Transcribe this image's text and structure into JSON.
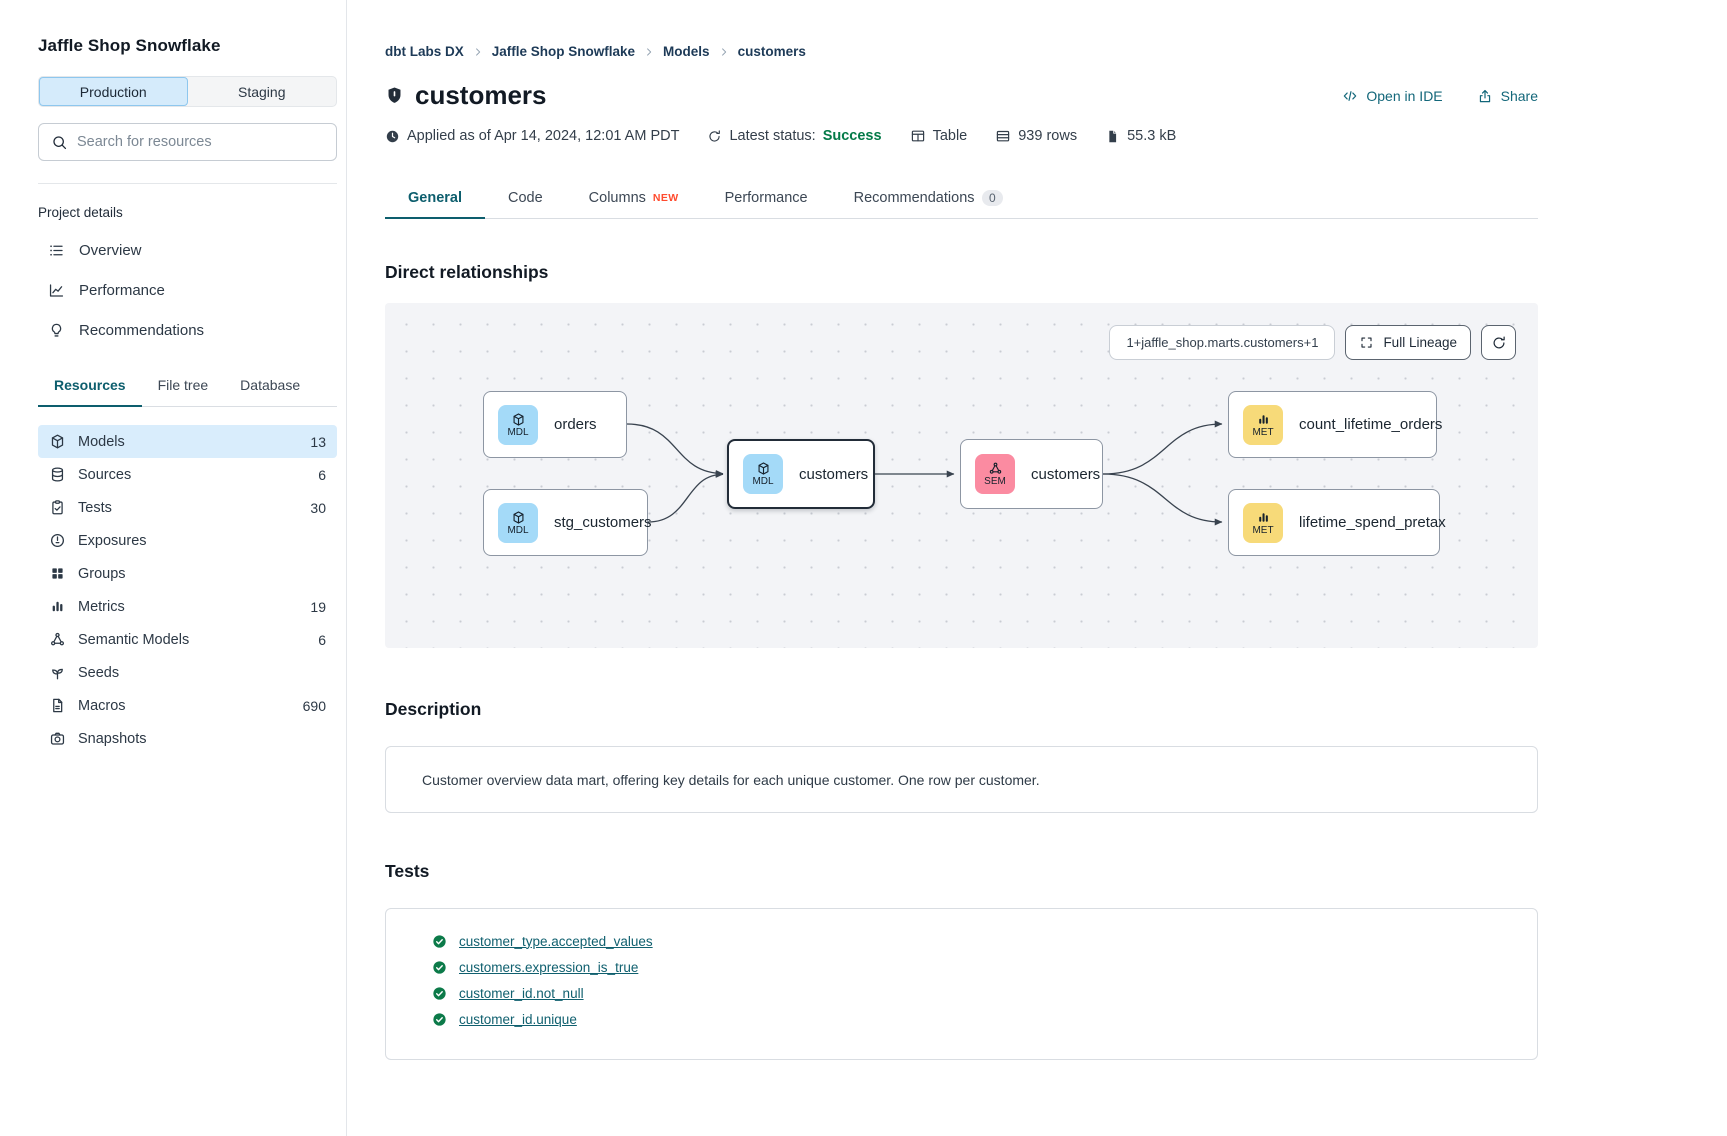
{
  "sidebar": {
    "project_title": "Jaffle Shop Snowflake",
    "environment_tabs": [
      {
        "label": "Production",
        "active": true
      },
      {
        "label": "Staging",
        "active": false
      }
    ],
    "search_placeholder": "Search for resources",
    "project_details_label": "Project details",
    "project_nav": [
      {
        "icon": "list-icon",
        "label": "Overview"
      },
      {
        "icon": "chart-line-icon",
        "label": "Performance"
      },
      {
        "icon": "lightbulb-icon",
        "label": "Recommendations"
      }
    ],
    "resource_tabs": [
      {
        "label": "Resources",
        "active": true
      },
      {
        "label": "File tree",
        "active": false
      },
      {
        "label": "Database",
        "active": false
      }
    ],
    "resources": [
      {
        "icon": "cube-icon",
        "label": "Models",
        "count": "13",
        "active": true
      },
      {
        "icon": "database-icon",
        "label": "Sources",
        "count": "6",
        "active": false
      },
      {
        "icon": "clipboard-check-icon",
        "label": "Tests",
        "count": "30",
        "active": false
      },
      {
        "icon": "gauge-icon",
        "label": "Exposures",
        "count": "",
        "active": false
      },
      {
        "icon": "grid-icon",
        "label": "Groups",
        "count": "",
        "active": false
      },
      {
        "icon": "bar-chart-icon",
        "label": "Metrics",
        "count": "19",
        "active": false
      },
      {
        "icon": "semantic-network-icon",
        "label": "Semantic Models",
        "count": "6",
        "active": false
      },
      {
        "icon": "seedling-icon",
        "label": "Seeds",
        "count": "",
        "active": false
      },
      {
        "icon": "document-icon",
        "label": "Macros",
        "count": "690",
        "active": false
      },
      {
        "icon": "camera-icon",
        "label": "Snapshots",
        "count": "",
        "active": false
      }
    ]
  },
  "header": {
    "breadcrumbs": [
      "dbt Labs DX",
      "Jaffle Shop Snowflake",
      "Models",
      "customers"
    ],
    "title": "customers",
    "actions": {
      "open_in_ide": "Open in IDE",
      "share": "Share"
    },
    "meta": {
      "applied": "Applied as of Apr 14, 2024, 12:01 AM PDT",
      "latest_status_label": "Latest status:",
      "latest_status_value": "Success",
      "materialization": "Table",
      "rows": "939 rows",
      "size": "55.3 kB"
    },
    "tabs": [
      {
        "label": "General",
        "active": true
      },
      {
        "label": "Code",
        "active": false
      },
      {
        "label": "Columns",
        "badge": "NEW",
        "active": false
      },
      {
        "label": "Performance",
        "active": false
      },
      {
        "label": "Recommendations",
        "badge": "0",
        "active": false
      }
    ]
  },
  "lineage": {
    "section_title": "Direct relationships",
    "selector_value": "1+jaffle_shop.marts.customers+1",
    "full_lineage_label": "Full Lineage",
    "nodes": [
      {
        "label": "orders",
        "type": "MDL",
        "selected": false
      },
      {
        "label": "stg_customers",
        "type": "MDL",
        "selected": false
      },
      {
        "label": "customers",
        "type": "MDL",
        "selected": true
      },
      {
        "label": "customers",
        "type": "SEM",
        "selected": false
      },
      {
        "label": "count_lifetime_orders",
        "type": "MET",
        "selected": false
      },
      {
        "label": "lifetime_spend_pretax",
        "type": "MET",
        "selected": false
      }
    ]
  },
  "description": {
    "section_title": "Description",
    "text": "Customer overview data mart, offering key details for each unique customer. One row per customer."
  },
  "tests": {
    "section_title": "Tests",
    "items": [
      "customer_type.accepted_values",
      "customers.expression_is_true",
      "customer_id.not_null",
      "customer_id.unique"
    ]
  },
  "colors": {
    "accent_teal": "#0d5e6d",
    "success_green": "#047a48",
    "new_badge_orange": "#ff4b2e",
    "selected_row_blue": "#d9edfc",
    "node_badge_model": "#a4daf8",
    "node_badge_semantic": "#fb8ba1",
    "node_badge_metric": "#f7da79"
  }
}
